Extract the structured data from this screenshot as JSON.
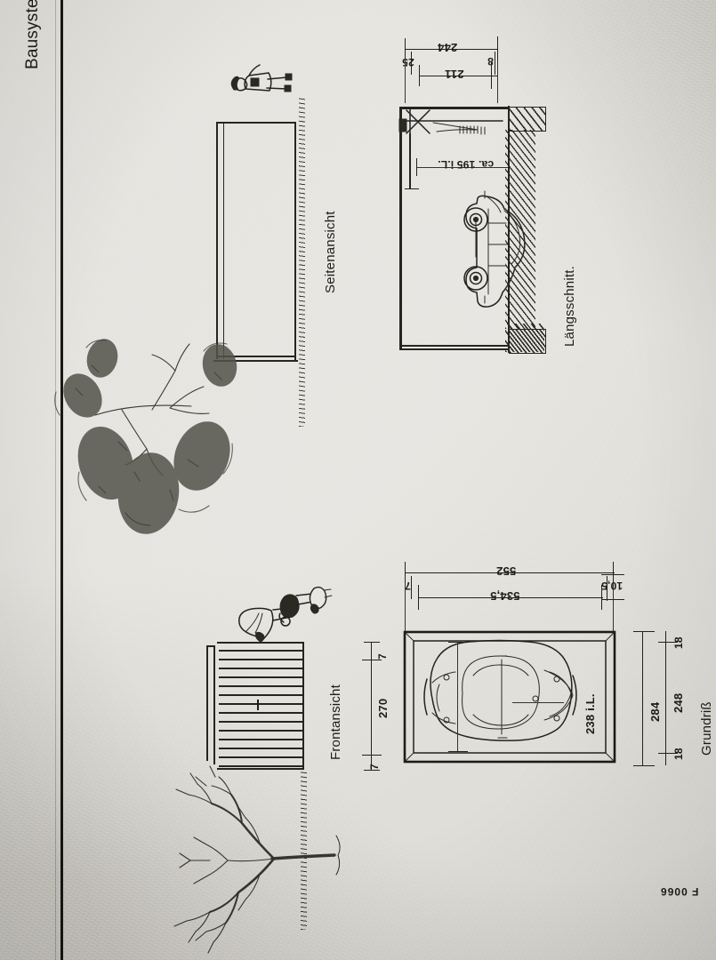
{
  "sheet": {
    "header_label": "Bausyste",
    "footer_code": "F 0066",
    "paper_color": "#e9e8e4",
    "ink_color": "#23231f",
    "orientation_note": "rotated"
  },
  "views": [
    {
      "id": "seitenansicht",
      "label": "Seitenansicht"
    },
    {
      "id": "laengsschnitt",
      "label": "Längsschnitt."
    },
    {
      "id": "frontansicht",
      "label": "Frontansicht"
    },
    {
      "id": "grundriss",
      "label": "Grundriß"
    }
  ],
  "dimensions": {
    "laengsschnitt": [
      {
        "value": "244",
        "id": "dim-244"
      },
      {
        "value": "211",
        "id": "dim-211"
      },
      {
        "value": "25",
        "id": "dim-25"
      },
      {
        "value": "8",
        "id": "dim-8"
      },
      {
        "value": "ca. 195 i.L.",
        "id": "dim-ca-195"
      }
    ],
    "frontansicht": [
      {
        "value": "7",
        "id": "dim-front-7-top"
      },
      {
        "value": "270",
        "id": "dim-270"
      },
      {
        "value": "7",
        "id": "dim-front-7-bottom"
      }
    ],
    "grundriss": [
      {
        "value": "552",
        "id": "dim-552"
      },
      {
        "value": "534,5",
        "id": "dim-534-5"
      },
      {
        "value": "7",
        "id": "dim-grund-7"
      },
      {
        "value": "10,5",
        "id": "dim-10-5"
      },
      {
        "value": "238 i.L.",
        "id": "dim-238"
      },
      {
        "value": "18",
        "id": "dim-18-top"
      },
      {
        "value": "248",
        "id": "dim-248"
      },
      {
        "value": "284",
        "id": "dim-284"
      },
      {
        "value": "18",
        "id": "dim-18-bottom"
      }
    ]
  },
  "figures": {
    "car_side": "vw-beetle-side",
    "car_plan": "vw-beetle-top",
    "person_side": "person-standing",
    "people_front": "family-group",
    "tree_leafy": "tree-with-foliage",
    "tree_bare": "bare-tree"
  }
}
